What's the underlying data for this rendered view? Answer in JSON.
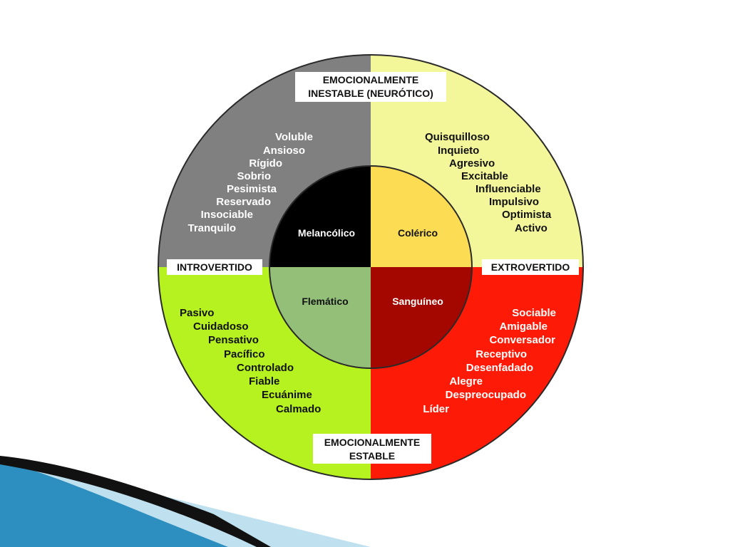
{
  "axes": {
    "top": [
      "EMOCIONALMENTE",
      "INESTABLE (NEURÓTICO)"
    ],
    "bottom": [
      "EMOCIONALMENTE",
      "ESTABLE"
    ],
    "left": "INTROVERTIDO",
    "right": "EXTROVERTIDO"
  },
  "quadrants": {
    "melancolico": {
      "label": "Melancólico",
      "outer_color": "#808080",
      "inner_color": "#000000",
      "traits": [
        "Voluble",
        "Ansioso",
        "Rígido",
        "Sobrio",
        "Pesimista",
        "Reservado",
        "Insociable",
        "Tranquilo"
      ]
    },
    "colerico": {
      "label": "Colérico",
      "outer_color": "#f3f79a",
      "inner_color": "#fcdc52",
      "traits": [
        "Quisquilloso",
        "Inquieto",
        "Agresivo",
        "Excitable",
        "Influenciable",
        "Impulsivo",
        "Optimista",
        "Activo"
      ]
    },
    "flematico": {
      "label": "Flemático",
      "outer_color": "#b6f21f",
      "inner_color": "#93bf78",
      "traits": [
        "Pasivo",
        "Cuidadoso",
        "Pensativo",
        "Pacífico",
        "Controlado",
        "Fiable",
        "Ecuánime",
        "Calmado"
      ]
    },
    "sanguineo": {
      "label": "Sanguíneo",
      "outer_color": "#fd1a06",
      "inner_color": "#a40600",
      "traits": [
        "Sociable",
        "Amigable",
        "Conversador",
        "Receptivo",
        "Desenfadado",
        "Alegre",
        "Despreocupado",
        "Líder"
      ]
    }
  },
  "colors": {
    "wave_dark": "#111111",
    "wave_blue": "#2d8fbf",
    "wave_light": "#bfe0ee"
  }
}
